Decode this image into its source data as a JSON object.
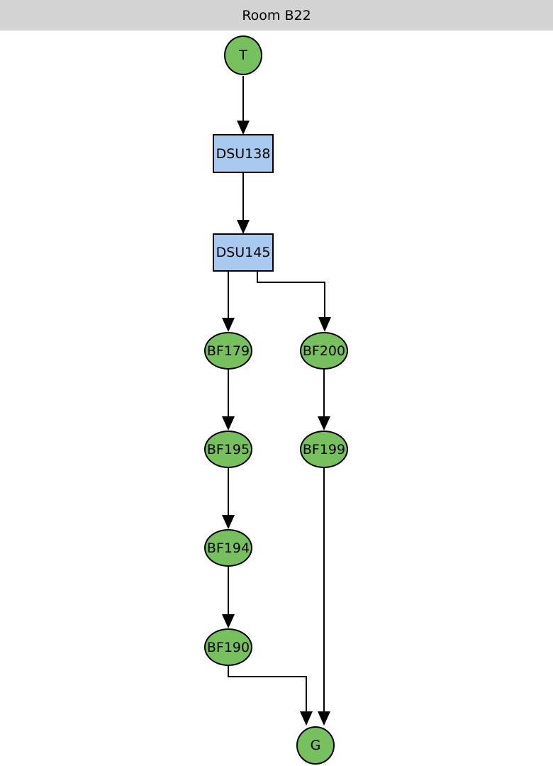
{
  "header": {
    "title": "Room B22"
  },
  "graph": {
    "nodes": [
      {
        "id": "T",
        "label": "T",
        "shape": "ellipse",
        "fill": "#77C05E"
      },
      {
        "id": "DSU138",
        "label": "DSU138",
        "shape": "box",
        "fill": "#A8CAF0"
      },
      {
        "id": "DSU145",
        "label": "DSU145",
        "shape": "box",
        "fill": "#A8CAF0"
      },
      {
        "id": "BF179",
        "label": "BF179",
        "shape": "ellipse",
        "fill": "#77C05E"
      },
      {
        "id": "BF200",
        "label": "BF200",
        "shape": "ellipse",
        "fill": "#77C05E"
      },
      {
        "id": "BF195",
        "label": "BF195",
        "shape": "ellipse",
        "fill": "#77C05E"
      },
      {
        "id": "BF199",
        "label": "BF199",
        "shape": "ellipse",
        "fill": "#77C05E"
      },
      {
        "id": "BF194",
        "label": "BF194",
        "shape": "ellipse",
        "fill": "#77C05E"
      },
      {
        "id": "BF190",
        "label": "BF190",
        "shape": "ellipse",
        "fill": "#77C05E"
      },
      {
        "id": "G",
        "label": "G",
        "shape": "ellipse",
        "fill": "#77C05E"
      }
    ],
    "edges": [
      {
        "from": "T",
        "to": "DSU138"
      },
      {
        "from": "DSU138",
        "to": "DSU145"
      },
      {
        "from": "DSU145",
        "to": "BF179"
      },
      {
        "from": "DSU145",
        "to": "BF200"
      },
      {
        "from": "BF179",
        "to": "BF195"
      },
      {
        "from": "BF200",
        "to": "BF199"
      },
      {
        "from": "BF195",
        "to": "BF194"
      },
      {
        "from": "BF199",
        "to": "G"
      },
      {
        "from": "BF194",
        "to": "BF190"
      },
      {
        "from": "BF190",
        "to": "G"
      }
    ]
  },
  "colors": {
    "header_bg": "#D3D3D3",
    "node_green": "#77C05E",
    "node_blue": "#A8CAF0",
    "edge": "#000000",
    "background": "#FFFFFF"
  }
}
